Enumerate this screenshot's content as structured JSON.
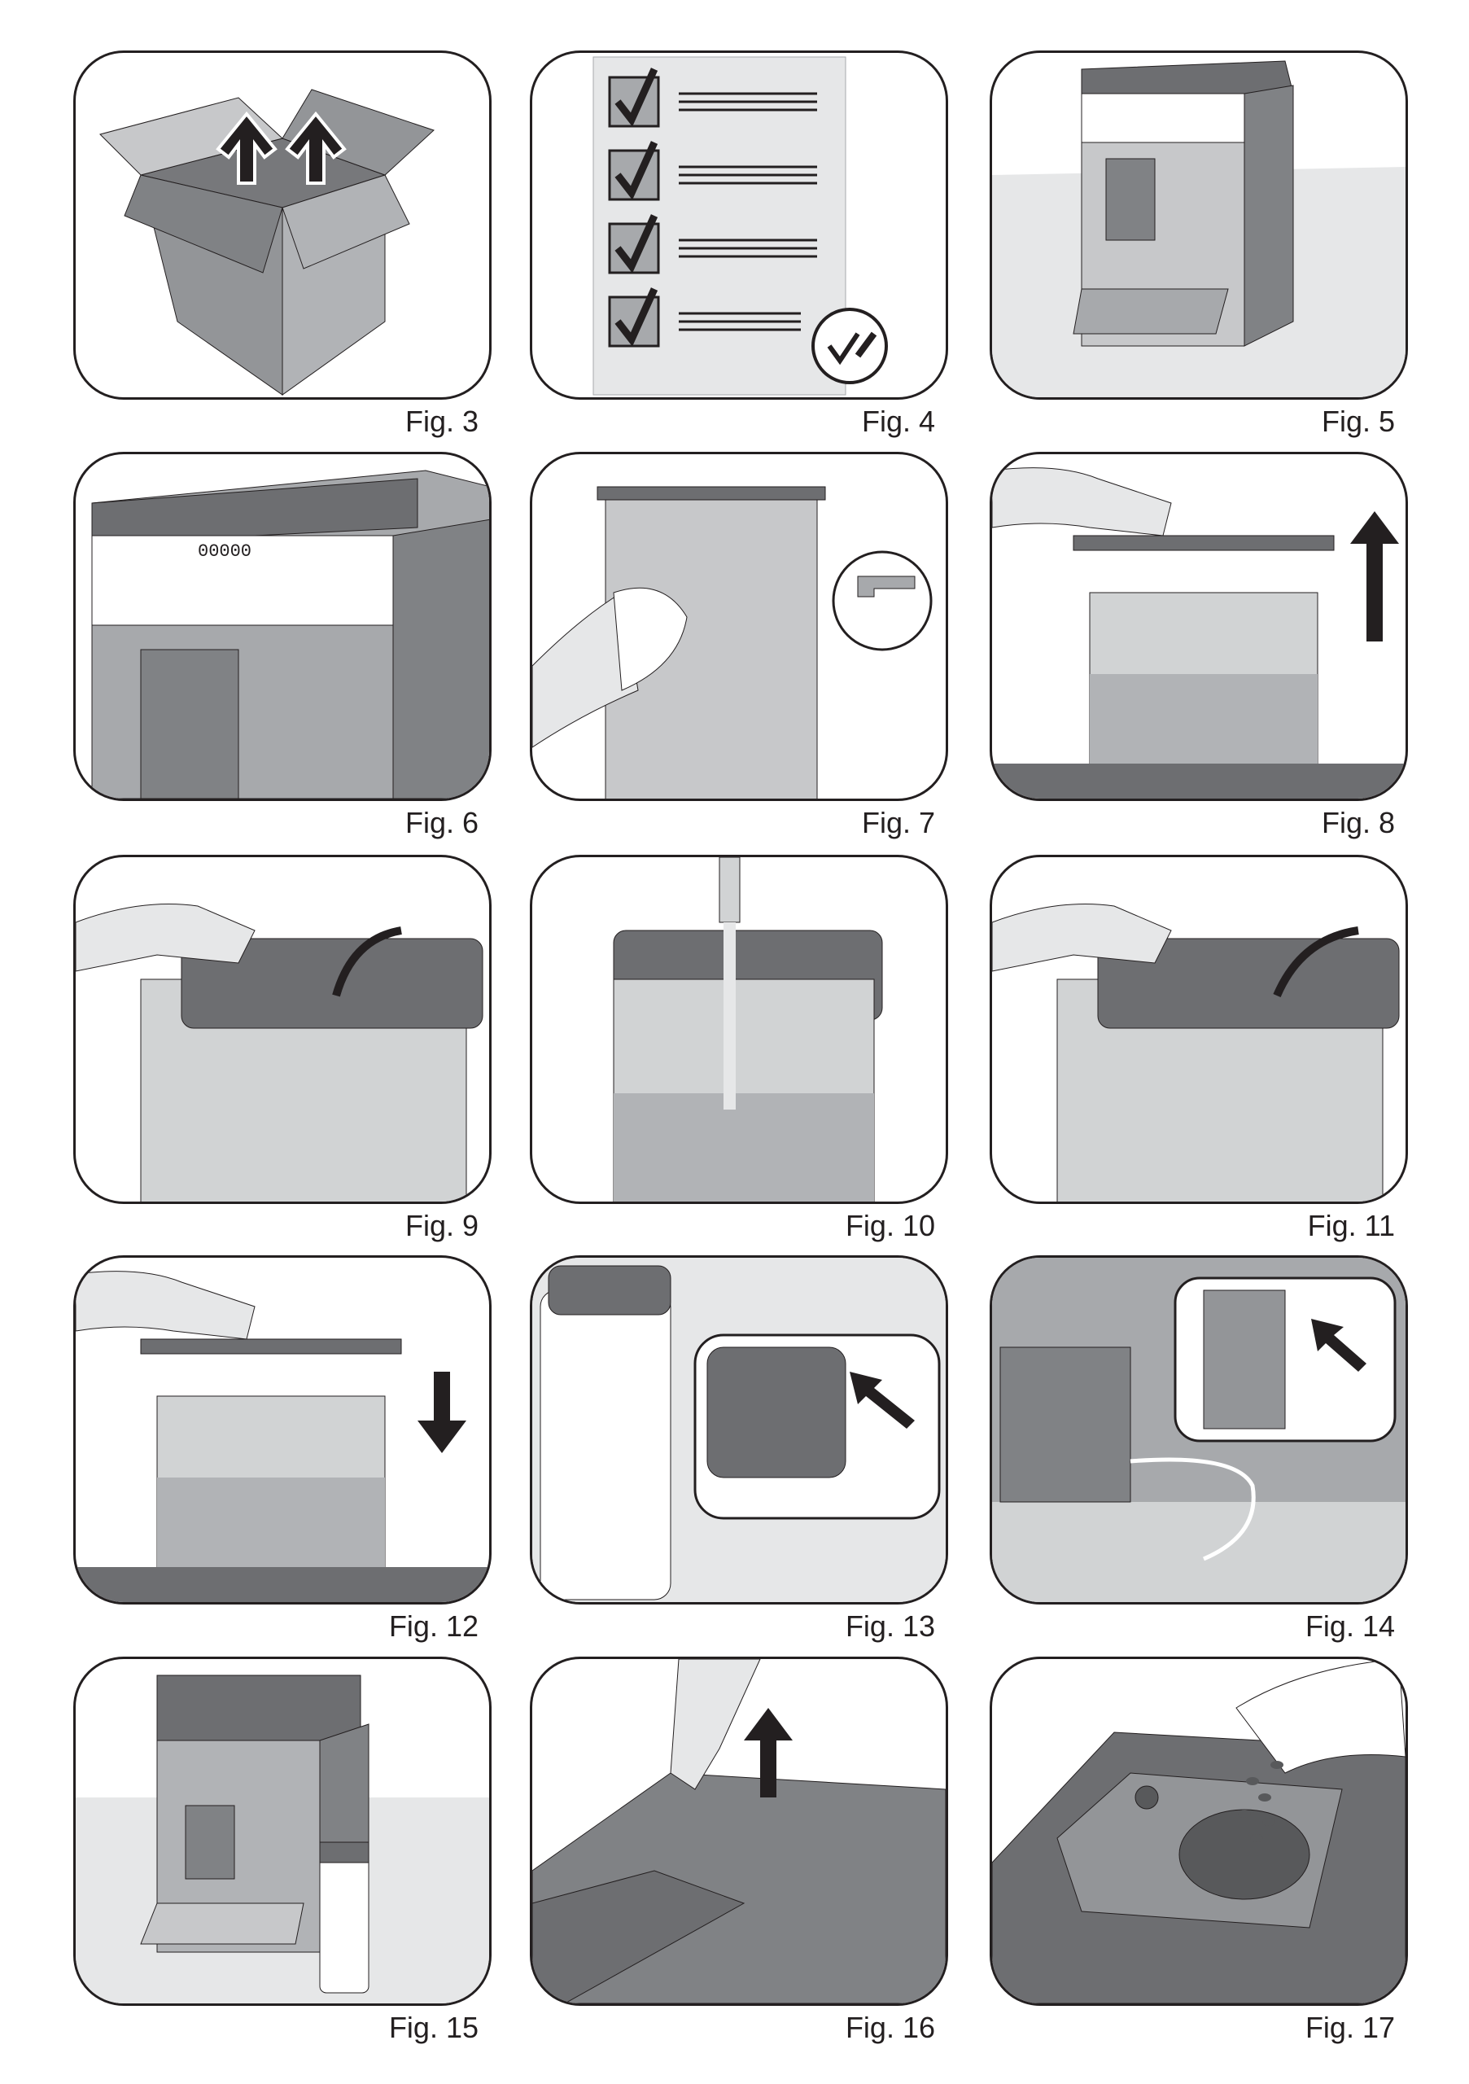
{
  "figures": [
    {
      "label": "Fig. 3"
    },
    {
      "label": "Fig. 4"
    },
    {
      "label": "Fig. 5"
    },
    {
      "label": "Fig. 6"
    },
    {
      "label": "Fig. 7"
    },
    {
      "label": "Fig. 8"
    },
    {
      "label": "Fig. 9"
    },
    {
      "label": "Fig. 10"
    },
    {
      "label": "Fig. 11"
    },
    {
      "label": "Fig. 12"
    },
    {
      "label": "Fig. 13"
    },
    {
      "label": "Fig. 14"
    },
    {
      "label": "Fig. 15"
    },
    {
      "label": "Fig. 16"
    },
    {
      "label": "Fig. 17"
    }
  ],
  "display_text": {
    "fig6_display": "00000"
  },
  "colors": {
    "ink": "#231f20",
    "light": "#c8c9cb",
    "mid": "#a7a9ac",
    "dark": "#6d6e71"
  }
}
